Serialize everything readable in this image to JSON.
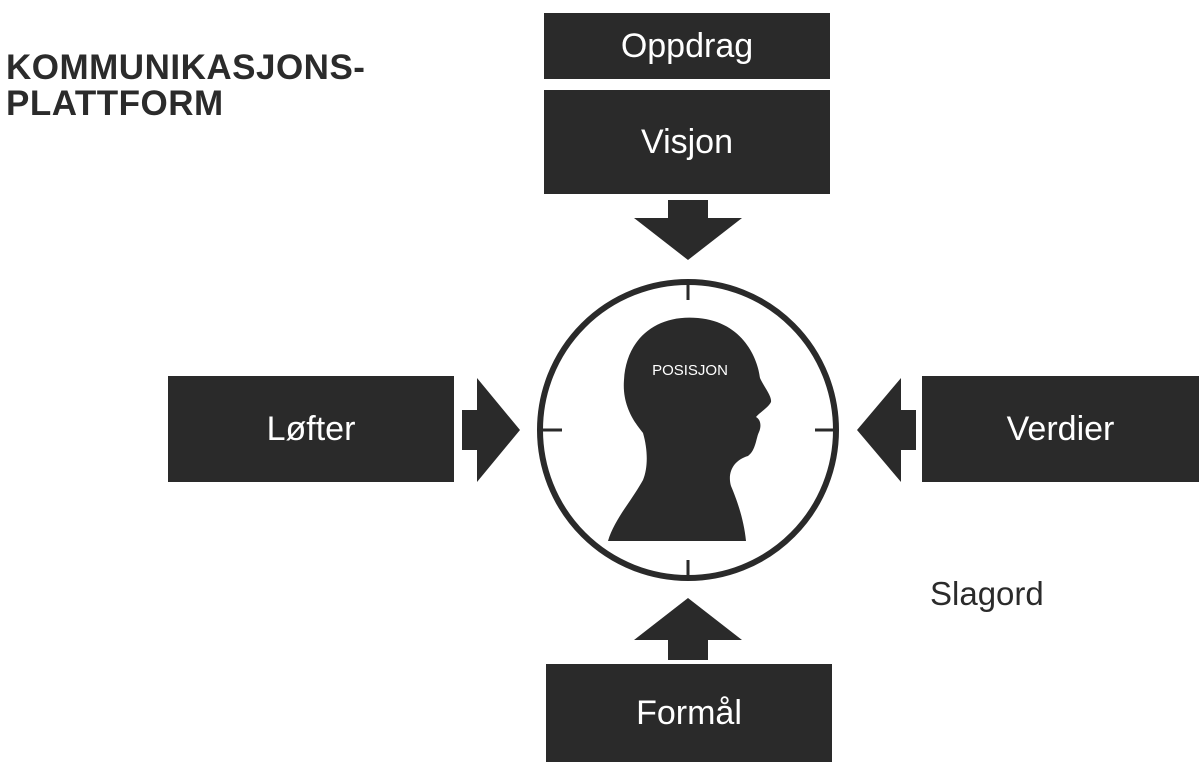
{
  "title": {
    "line1": "KOMMUNIKASJONS-",
    "line2": "PLATTFORM"
  },
  "boxes": {
    "oppdrag": "Oppdrag",
    "visjon": "Visjon",
    "lofter": "Løfter",
    "verdier": "Verdier",
    "formal": "Formål"
  },
  "center": {
    "label": "POSISJON",
    "icon": "head-silhouette-icon"
  },
  "slagord": "Slagord",
  "colors": {
    "box_fill": "#2a2a2a",
    "box_text": "#ffffff",
    "background": "#ffffff"
  }
}
